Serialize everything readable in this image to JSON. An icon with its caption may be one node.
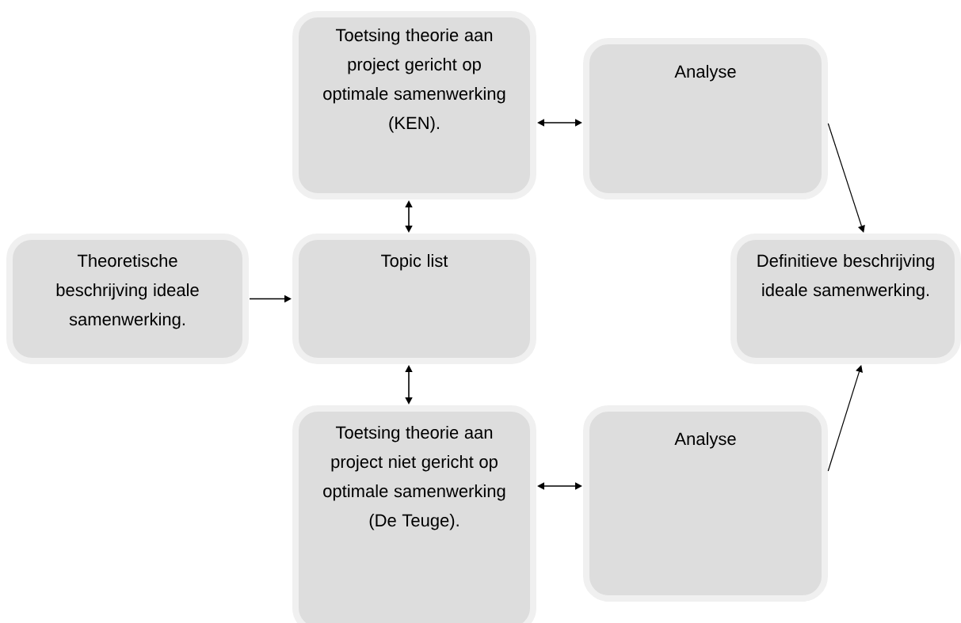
{
  "diagram": {
    "nodes": [
      {
        "text": [
          "Toetsing theorie aan project gericht op optimale samenwerking (KEN)."
        ]
      },
      {
        "text": [
          "Analyse"
        ]
      },
      {
        "text": [
          "Theoretische beschrijving ideale samenwerking."
        ]
      },
      {
        "text": [
          "Topic list"
        ]
      },
      {
        "text": [
          "Definitieve beschrijving ideale samenwerking."
        ]
      },
      {
        "text": [
          "Toetsing theorie aan project niet gericht op optimale samenwerking (De Teuge)."
        ]
      },
      {
        "text": [
          "Analyse"
        ]
      }
    ],
    "edges": [
      {
        "from": 0,
        "to": 1,
        "arrow": "both"
      },
      {
        "from": 0,
        "to": 3,
        "arrow": "both"
      },
      {
        "from": 2,
        "to": 3,
        "arrow": "to"
      },
      {
        "from": 1,
        "to": 4,
        "arrow": "to"
      },
      {
        "from": 3,
        "to": 5,
        "arrow": "both"
      },
      {
        "from": 5,
        "to": 6,
        "arrow": "both"
      },
      {
        "from": 6,
        "to": 4,
        "arrow": "to"
      }
    ]
  }
}
